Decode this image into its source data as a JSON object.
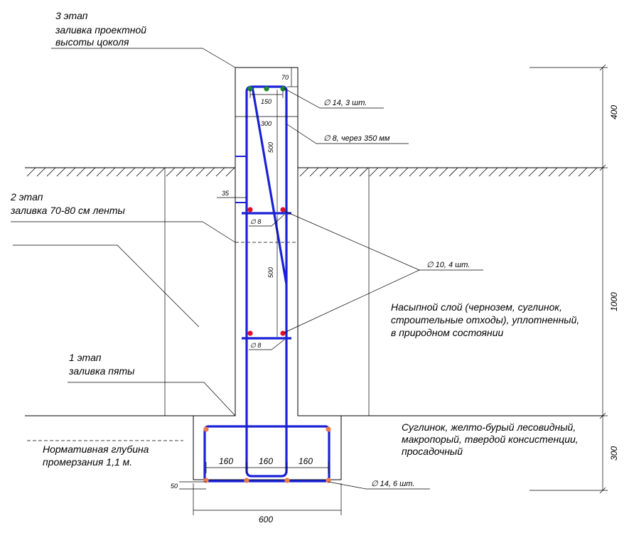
{
  "stages": {
    "stage3": [
      "3 этап",
      "заливка проектной",
      "высоты цоколя"
    ],
    "stage2": [
      "2 этап",
      "заливка 70-80 см ленты"
    ],
    "stage1": [
      "1 этап",
      "заливка пяты"
    ]
  },
  "soil": {
    "fill_layer": [
      "Насыпной слой (чернозем, суглинок,",
      "строительные отходы), уплотненный,",
      "в природном состоянии"
    ],
    "loam": [
      "Суглинок, желто-бурый лесовидный,",
      "макропорый, твердой консистенции,",
      "просадочный"
    ],
    "frost_depth": [
      "Нормативная глубина",
      "промерзания 1,1 м."
    ]
  },
  "rebar_labels": {
    "top": "∅ 14, 3 шт.",
    "stirrups": "∅ 8, через 350 мм",
    "middle": "∅ 10, 4 шт.",
    "tie_upper": "∅ 8",
    "tie_lower": "∅ 8",
    "bottom": "∅ 14, 6 шт."
  },
  "dimensions": {
    "cover_top": "70",
    "top_bar_spacing": "150",
    "wall_width": "300",
    "spacing_upper": "500",
    "spacing_lower": "500",
    "side_cover": "35",
    "foot_spacing_1": "160",
    "foot_spacing_2": "160",
    "foot_spacing_3": "160",
    "bottom_cover": "50",
    "foot_width": "600",
    "height_plinth": "400",
    "height_wall": "1000",
    "height_foot": "300"
  },
  "colors": {
    "rebar": "#1a22d6",
    "top_bars": "#1e8a2a",
    "middle_bars": "#e0102a",
    "bottom_bars": "#f07a4a"
  }
}
